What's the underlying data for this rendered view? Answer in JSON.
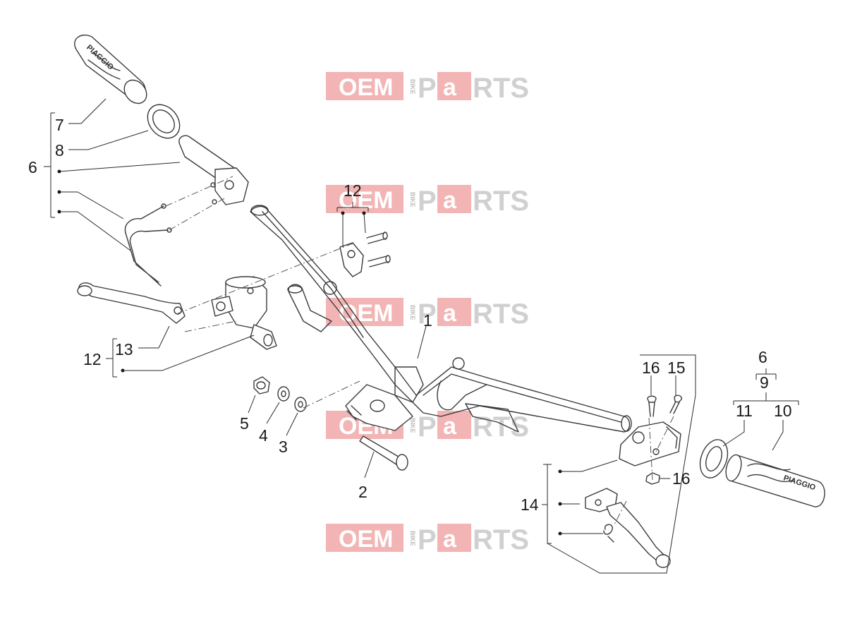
{
  "watermark": {
    "oem": "OEM",
    "bike": "BIKE",
    "p": "P",
    "a": "a",
    "rts": "RTS"
  },
  "grip_brand": "PIAGGIO",
  "callouts": [
    "1",
    "2",
    "3",
    "4",
    "5",
    "6",
    "7",
    "8",
    "12",
    "13",
    "12",
    "14",
    "16",
    "15",
    "16",
    "6",
    "9",
    "11",
    "10"
  ]
}
